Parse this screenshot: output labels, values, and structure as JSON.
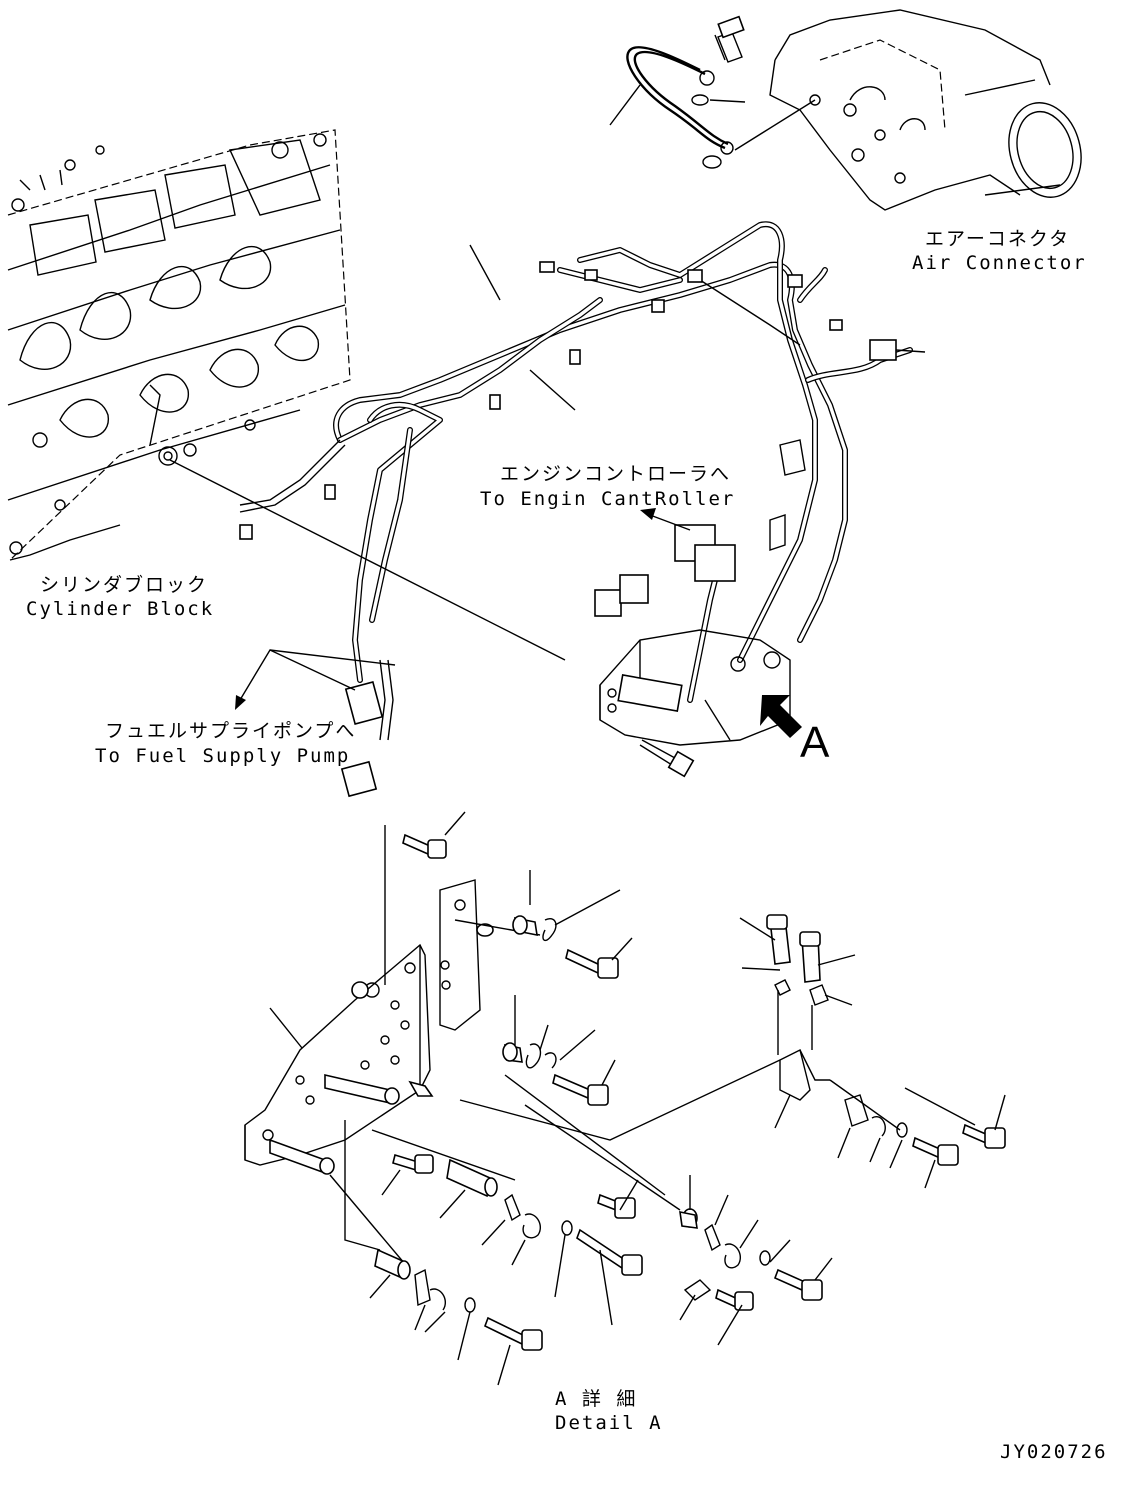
{
  "labels": {
    "air_connector": {
      "ja": "エアーコネクタ",
      "en": "Air Connector"
    },
    "engine_controller": {
      "ja": "エンジンコントローラへ",
      "en": "To Engin CantRoller"
    },
    "cylinder_block": {
      "ja": "シリンダブロック",
      "en": "Cylinder Block"
    },
    "fuel_pump": {
      "ja": "フュエルサプライポンプへ",
      "en": "To Fuel Supply Pump"
    },
    "view_marker": "A",
    "detail": {
      "ja": "A 詳 細",
      "en": "Detail A"
    },
    "drawing_number": "JY020726"
  },
  "icons": [
    "arrow-view-a-icon",
    "arrow-controller-icon",
    "arrow-fuel-pump-icon"
  ]
}
